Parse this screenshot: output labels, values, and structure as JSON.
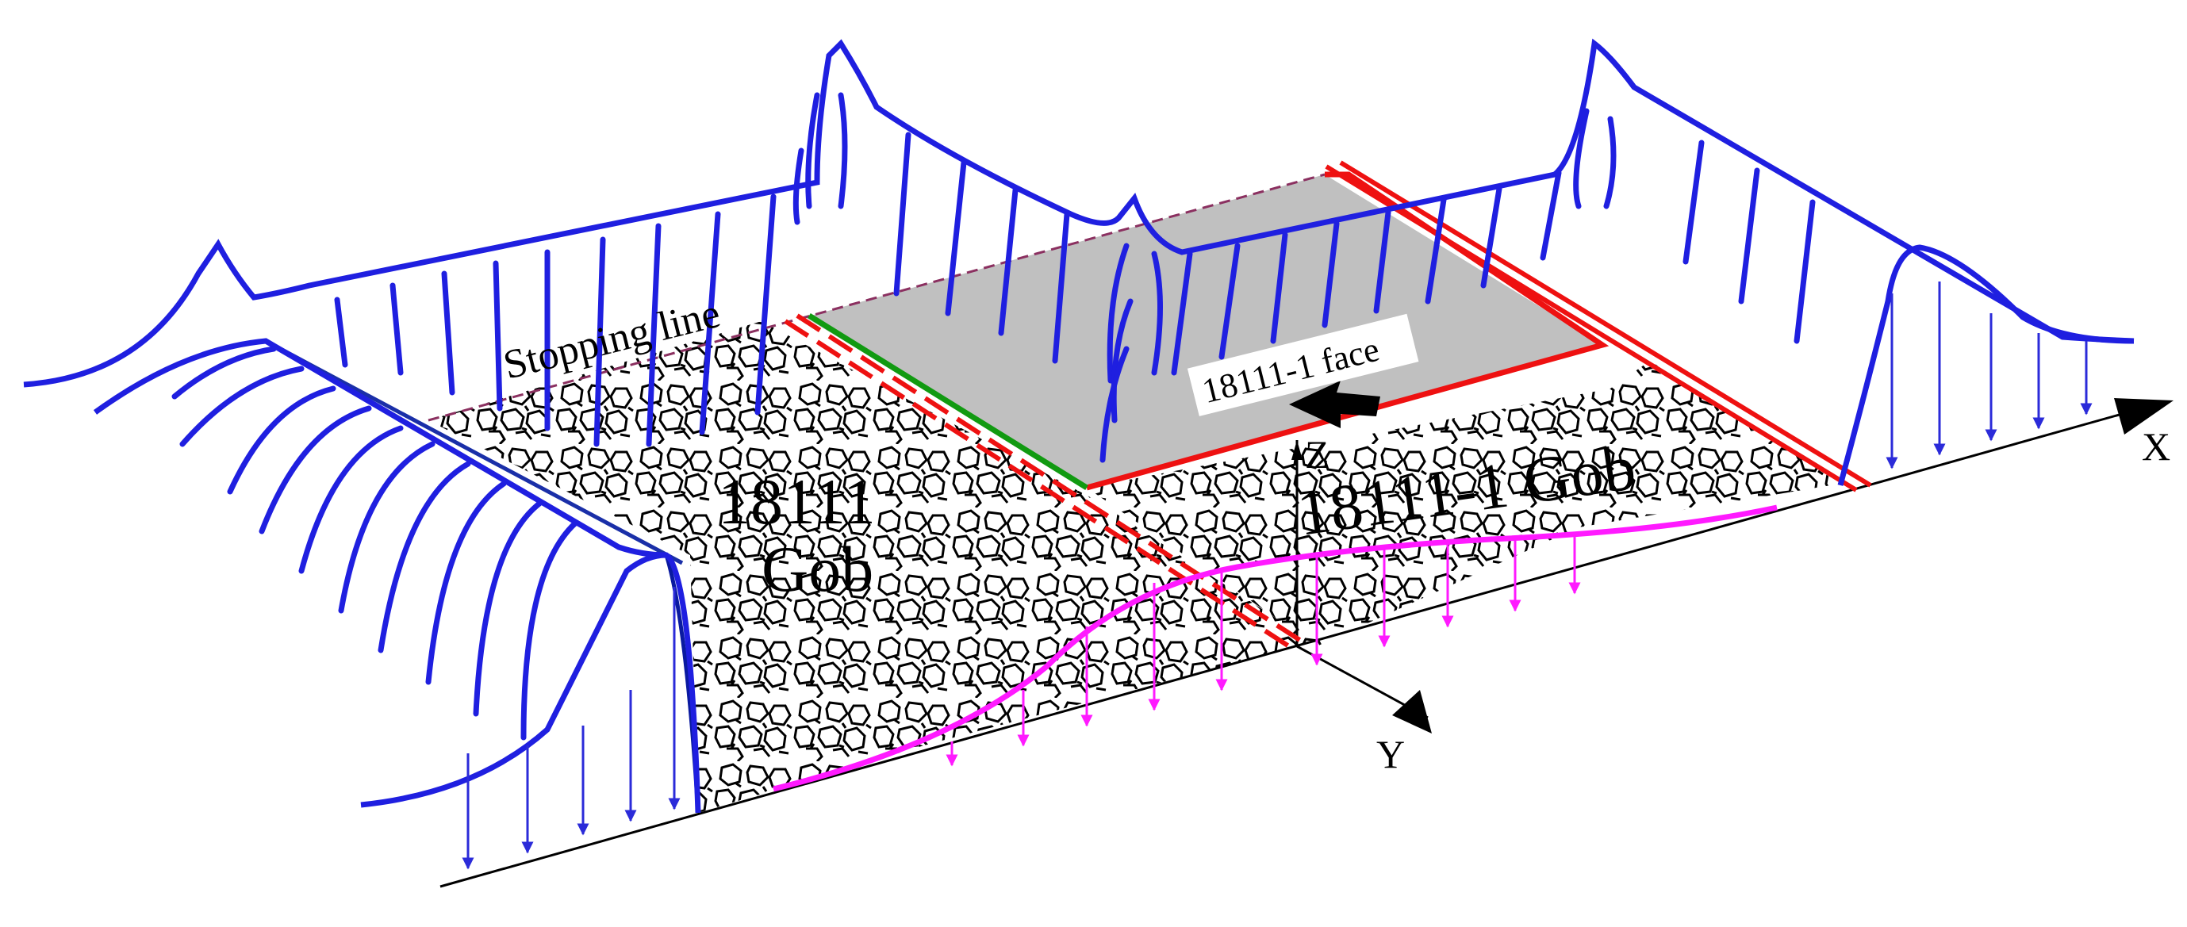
{
  "labels": {
    "stopping_line": "Stopping line",
    "face": "18111-1 face",
    "gob_18111_number": "18111",
    "gob_18111_word": "Gob",
    "gob_18111_1": "18111-1 Gob",
    "axis_x": "X",
    "axis_y": "Y",
    "axis_z": "Z"
  },
  "colors": {
    "stress_curve": "#1f1fe0",
    "stress_arrow": "#2b2bd9",
    "ground_stress": "#ff1aff",
    "boundary_red": "#ee1111",
    "boundary_green": "#119a11",
    "face_fill": "#c0c0c0",
    "gob_fill": "#ffffff",
    "line_black": "#000000"
  },
  "icons": {
    "advance_arrow": "advance-arrow-icon"
  }
}
